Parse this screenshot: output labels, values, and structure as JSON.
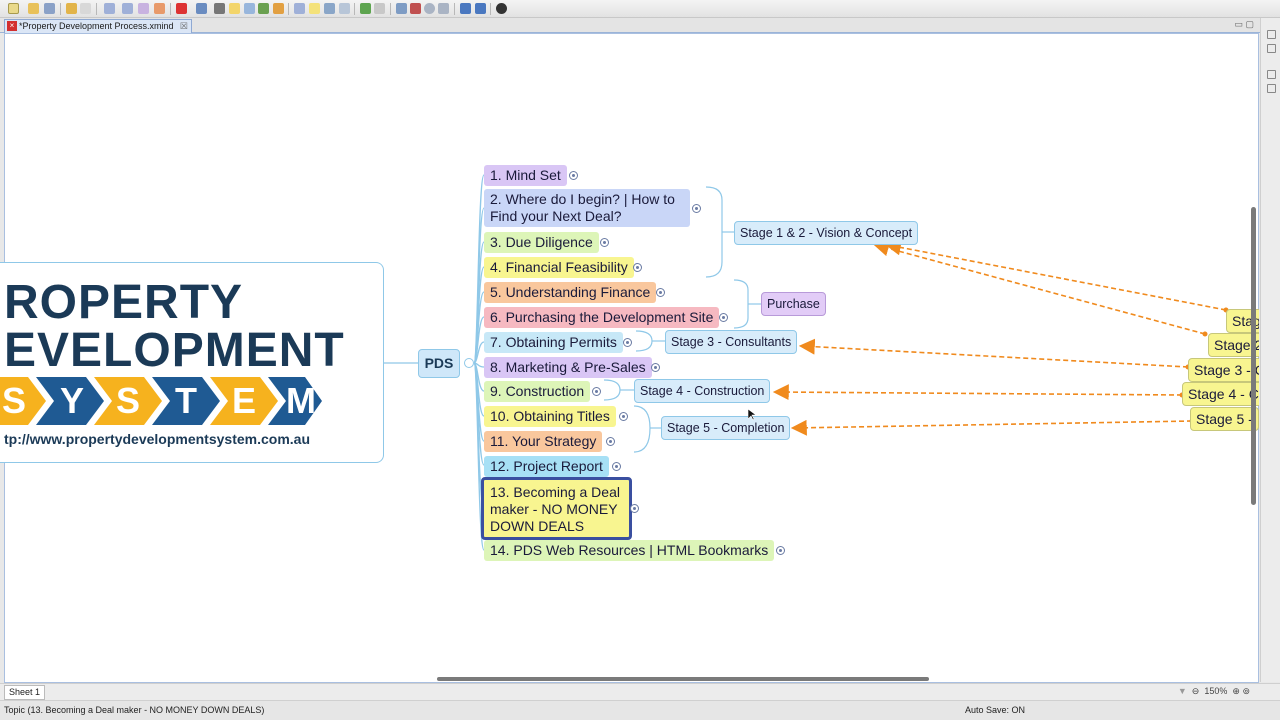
{
  "window": {
    "document_tab": "*Property Development Process.xmind"
  },
  "logo": {
    "line1": "ROPERTY",
    "line2": "EVELOPMENT",
    "band_letters": [
      "S",
      "Y",
      "S",
      "T",
      "E",
      "M"
    ],
    "url": "tp://www.propertydevelopmentsystem.com.au"
  },
  "map": {
    "central": "PDS",
    "topics": [
      {
        "label": "1. Mind Set",
        "color": "#d9c6f5"
      },
      {
        "label": "2. Where do I begin? | How to Find your Next Deal?",
        "color": "#c9d6f7"
      },
      {
        "label": "3. Due Diligence",
        "color": "#ddf5b8"
      },
      {
        "label": "4. Financial Feasibility",
        "color": "#f8f590"
      },
      {
        "label": "5. Understanding Finance",
        "color": "#f9c79d"
      },
      {
        "label": "6. Purchasing the Development Site",
        "color": "#f6b9c1"
      },
      {
        "label": "7. Obtaining Permits",
        "color": "#c7e8f7"
      },
      {
        "label": "8. Marketing & Pre-Sales",
        "color": "#d9c6f5"
      },
      {
        "label": "9. Construction",
        "color": "#ddf5b8"
      },
      {
        "label": "10. Obtaining Titles",
        "color": "#f8f590"
      },
      {
        "label": "11. Your Strategy",
        "color": "#f9c79d"
      },
      {
        "label": "12. Project Report",
        "color": "#a7e0f5"
      },
      {
        "label": "13. Becoming a Deal maker - NO MONEY DOWN DEALS",
        "color": "#f8f590"
      },
      {
        "label": "14. PDS Web Resources | HTML Bookmarks",
        "color": "#ddf5b8"
      }
    ],
    "summaries": {
      "stage12": "Stage 1 & 2 - Vision & Concept",
      "purchase": "Purchase",
      "stage3": "Stage 3 - Consultants",
      "stage4": "Stage 4 - Construction",
      "stage5": "Stage 5 - Completion"
    },
    "right_nodes": {
      "n1": "Stag",
      "n2": "Stage 2",
      "n3": "Stage 3 - C",
      "n4": "Stage 4 - C",
      "n5": "Stage 5 -"
    }
  },
  "bottom": {
    "sheet": "Sheet 1",
    "zoom": "150%",
    "status": "Topic (13. Becoming a Deal maker - NO MONEY DOWN DEALS)",
    "autosave": "Auto Save: ON"
  },
  "colors": {
    "relationship": "#f08a1d",
    "selection": "#3a4fa0"
  }
}
